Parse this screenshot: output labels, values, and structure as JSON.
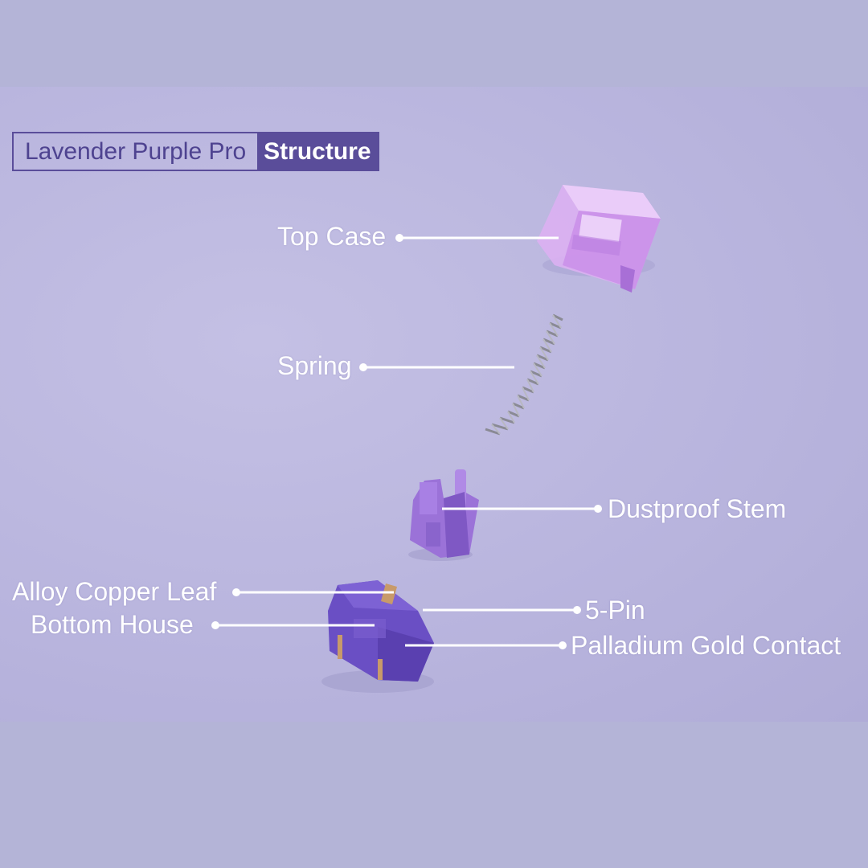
{
  "title": {
    "product": "Lavender Purple Pro",
    "tag": "Structure"
  },
  "labels": {
    "top_case": "Top Case",
    "spring": "Spring",
    "stem": "Dustproof Stem",
    "leaf": "Alloy Copper Leaf",
    "bottom": "Bottom House",
    "pins": "5-Pin",
    "contact": "Palladium Gold Contact"
  },
  "colors": {
    "background": "#b4b4d7",
    "accent": "#5a4d9a",
    "stem": "#9a74d6",
    "housing": "#6a4fc4",
    "top_case": "#d9a8f0",
    "leader_line": "#ffffff"
  }
}
